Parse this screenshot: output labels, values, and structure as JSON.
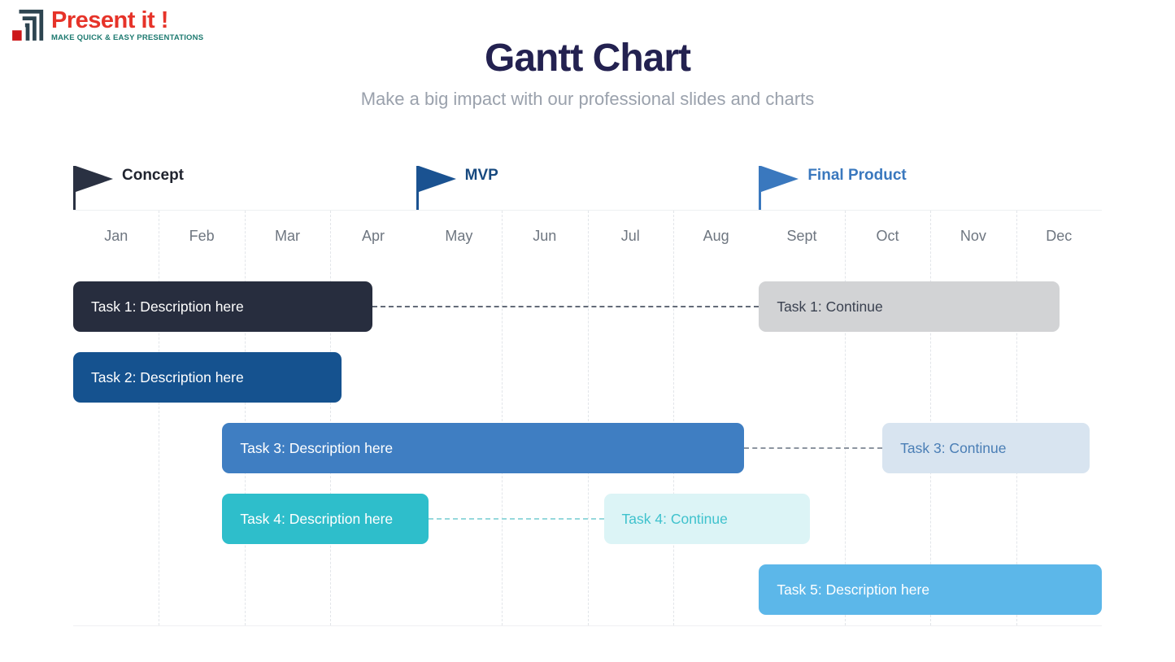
{
  "logo": {
    "title": "Present it !",
    "tagline": "MAKE QUICK & EASY PRESENTATIONS",
    "brand_red": "#e63329",
    "brand_teal": "#1e7a70",
    "mark_dark": "#2d4450"
  },
  "header": {
    "title": "Gantt Chart",
    "subtitle": "Make a big impact with our professional slides and charts",
    "title_color": "#232150",
    "subtitle_color": "#9aa1ac"
  },
  "chart_data": {
    "type": "bar",
    "subtype": "gantt-timeline",
    "title": "Gantt Chart",
    "months": [
      "Jan",
      "Feb",
      "Mar",
      "Apr",
      "May",
      "Jun",
      "Jul",
      "Aug",
      "Sept",
      "Oct",
      "Nov",
      "Dec"
    ],
    "grid": {
      "total_months": 12,
      "solid_boundaries": [
        0,
        4,
        8,
        12
      ],
      "solid_line_color": "#e4e6ea",
      "dashed_line_color": "#e2e5e9",
      "month_label_color": "#6e7680"
    },
    "milestones": [
      {
        "label": "Concept",
        "month": 0,
        "flag_color": "#2a3142",
        "label_color": "#20242f"
      },
      {
        "label": "MVP",
        "month": 4,
        "flag_color": "#1a5291",
        "label_color": "#17497f"
      },
      {
        "label": "Final Product",
        "month": 8,
        "flag_color": "#3a78be",
        "label_color": "#3a78be"
      }
    ],
    "bars": [
      {
        "row": 0,
        "label": "Task 1: Description here",
        "start_month": 0.0,
        "end_month": 3.49,
        "color": "#272d3e",
        "text_color": "#ffffff"
      },
      {
        "row": 0,
        "label": "Task 1: Continue",
        "start_month": 8.0,
        "end_month": 11.51,
        "color": "#d2d3d5",
        "text_color": "#3a4150"
      },
      {
        "row": 1,
        "label": "Task 2: Description here",
        "start_month": 0.0,
        "end_month": 3.13,
        "color": "#15528f",
        "text_color": "#ffffff"
      },
      {
        "row": 2,
        "label": "Task 3: Description here",
        "start_month": 1.74,
        "end_month": 7.83,
        "color": "#3f7ec2",
        "text_color": "#ffffff"
      },
      {
        "row": 2,
        "label": "Task 3: Continue",
        "start_month": 9.44,
        "end_month": 11.86,
        "color": "#d8e4f0",
        "text_color": "#4a7eb5"
      },
      {
        "row": 3,
        "label": "Task 4: Description here",
        "start_month": 1.74,
        "end_month": 4.15,
        "color": "#2ebecb",
        "text_color": "#ffffff"
      },
      {
        "row": 3,
        "label": "Task 4: Continue",
        "start_month": 6.19,
        "end_month": 8.59,
        "color": "#dcf4f6",
        "text_color": "#3fc2cd"
      },
      {
        "row": 4,
        "label": "Task 5: Description here",
        "start_month": 8.0,
        "end_month": 12.0,
        "color": "#5cb7e9",
        "text_color": "#ffffff"
      }
    ],
    "connectors": [
      {
        "row": 0,
        "from_month": 3.49,
        "to_month": 8.0,
        "color": "#636b78"
      },
      {
        "row": 2,
        "from_month": 7.83,
        "to_month": 9.44,
        "color": "#8d95a0"
      },
      {
        "row": 3,
        "from_month": 4.15,
        "to_month": 6.19,
        "color": "#96d8dc"
      }
    ],
    "legend_position": "none",
    "grid_on": true
  }
}
